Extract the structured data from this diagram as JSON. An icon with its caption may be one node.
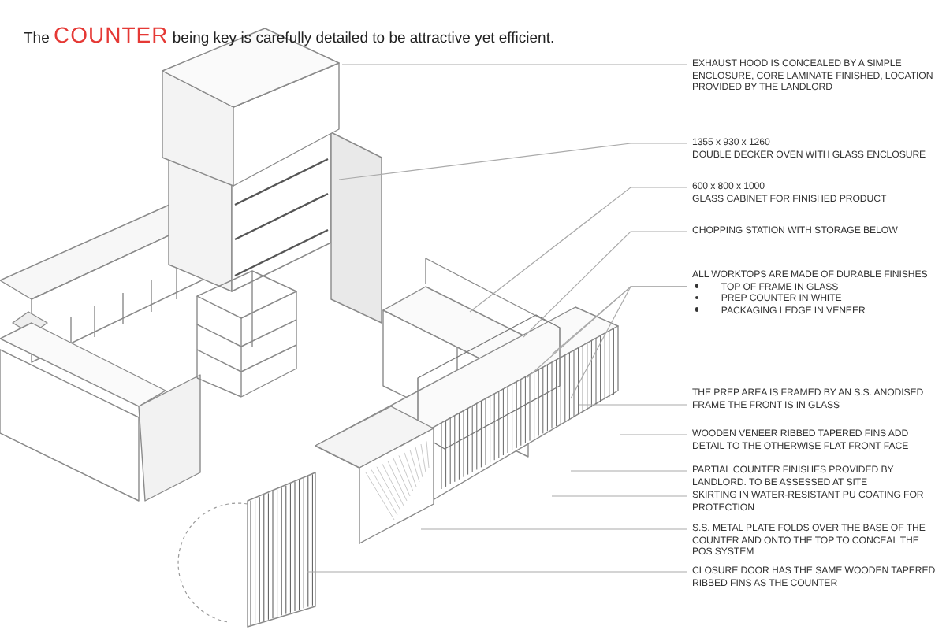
{
  "diagram": {
    "title": "The **COUNTER** being key is carefully detailed to be attractive yet efficient.",
    "nodes": [
      {
        "text": [
          "EXHAUST HOOD IS CONCEALED BY A SIMPLE ENCLOSURE, CORE LAMINATE FINISHED, LOCATION PROVIDED BY THE LANDLORD"
        ]
      },
      {
        "text": [
          "1355 x 930 x 1260",
          "DOUBLE DECKER OVEN WITH GLASS ENCLOSURE"
        ]
      },
      {
        "text": [
          "600 x 800 x 1000",
          "GLASS CABINET FOR FINISHED PRODUCT"
        ]
      },
      {
        "text": [
          "CHOPPING STATION WITH STORAGE BELOW"
        ]
      },
      {
        "text": [
          "ALL WORKTOPS ARE MADE OF DURABLE FINISHES",
          "TOP OF FRAME IN GLASS",
          "PREP COUNTER IN WHITE",
          "PACKAGING LEDGE IN VENEER"
        ]
      },
      {
        "text": [
          "THE PREP AREA IS FRAMED BY AN S.S. ANODISED FRAME THE FRONT IS IN GLASS"
        ]
      },
      {
        "text": [
          "WOODEN VENEER RIBBED TAPERED FINS ADD DETAIL TO THE OTHERWISE FLAT FRONT FACE"
        ]
      },
      {
        "text": [
          "PARTIAL COUNTER FINISHES PROVIDED BY LANDLORD. TO BE ASSESSED AT SITE"
        ]
      },
      {
        "text": [
          "SKIRTING IN WATER-RESISTANT PU COATING FOR PROTECTION"
        ]
      },
      {
        "text": [
          "S.S. METAL PLATE FOLDS OVER THE BASE OF THE COUNTER AND ONTO THE TOP TO CONCEAL THE POS SYSTEM"
        ]
      },
      {
        "text": [
          "CLOSURE DOOR HAS THE SAME WOODEN TAPERED RIBBED FINS AS THE COUNTER"
        ]
      }
    ],
    "edges": [
      {
        "from": 0,
        "to": null,
        "arrow": "none"
      },
      {
        "from": 1,
        "to": null,
        "arrow": "none"
      },
      {
        "from": 2,
        "to": null,
        "arrow": "none"
      },
      {
        "from": 3,
        "to": null,
        "arrow": "none"
      },
      {
        "from": 4,
        "to": null,
        "arrow": "none"
      },
      {
        "from": 4,
        "to": null,
        "arrow": "none"
      },
      {
        "from": 4,
        "to": null,
        "arrow": "none"
      },
      {
        "from": 5,
        "to": null,
        "arrow": "none"
      },
      {
        "from": 6,
        "to": null,
        "arrow": "none"
      },
      {
        "from": 7,
        "to": null,
        "arrow": "none"
      },
      {
        "from": 8,
        "to": null,
        "arrow": "none"
      },
      {
        "from": 9,
        "to": null,
        "arrow": "none"
      },
      {
        "from": 10,
        "to": null,
        "arrow": "none"
      }
    ]
  }
}
